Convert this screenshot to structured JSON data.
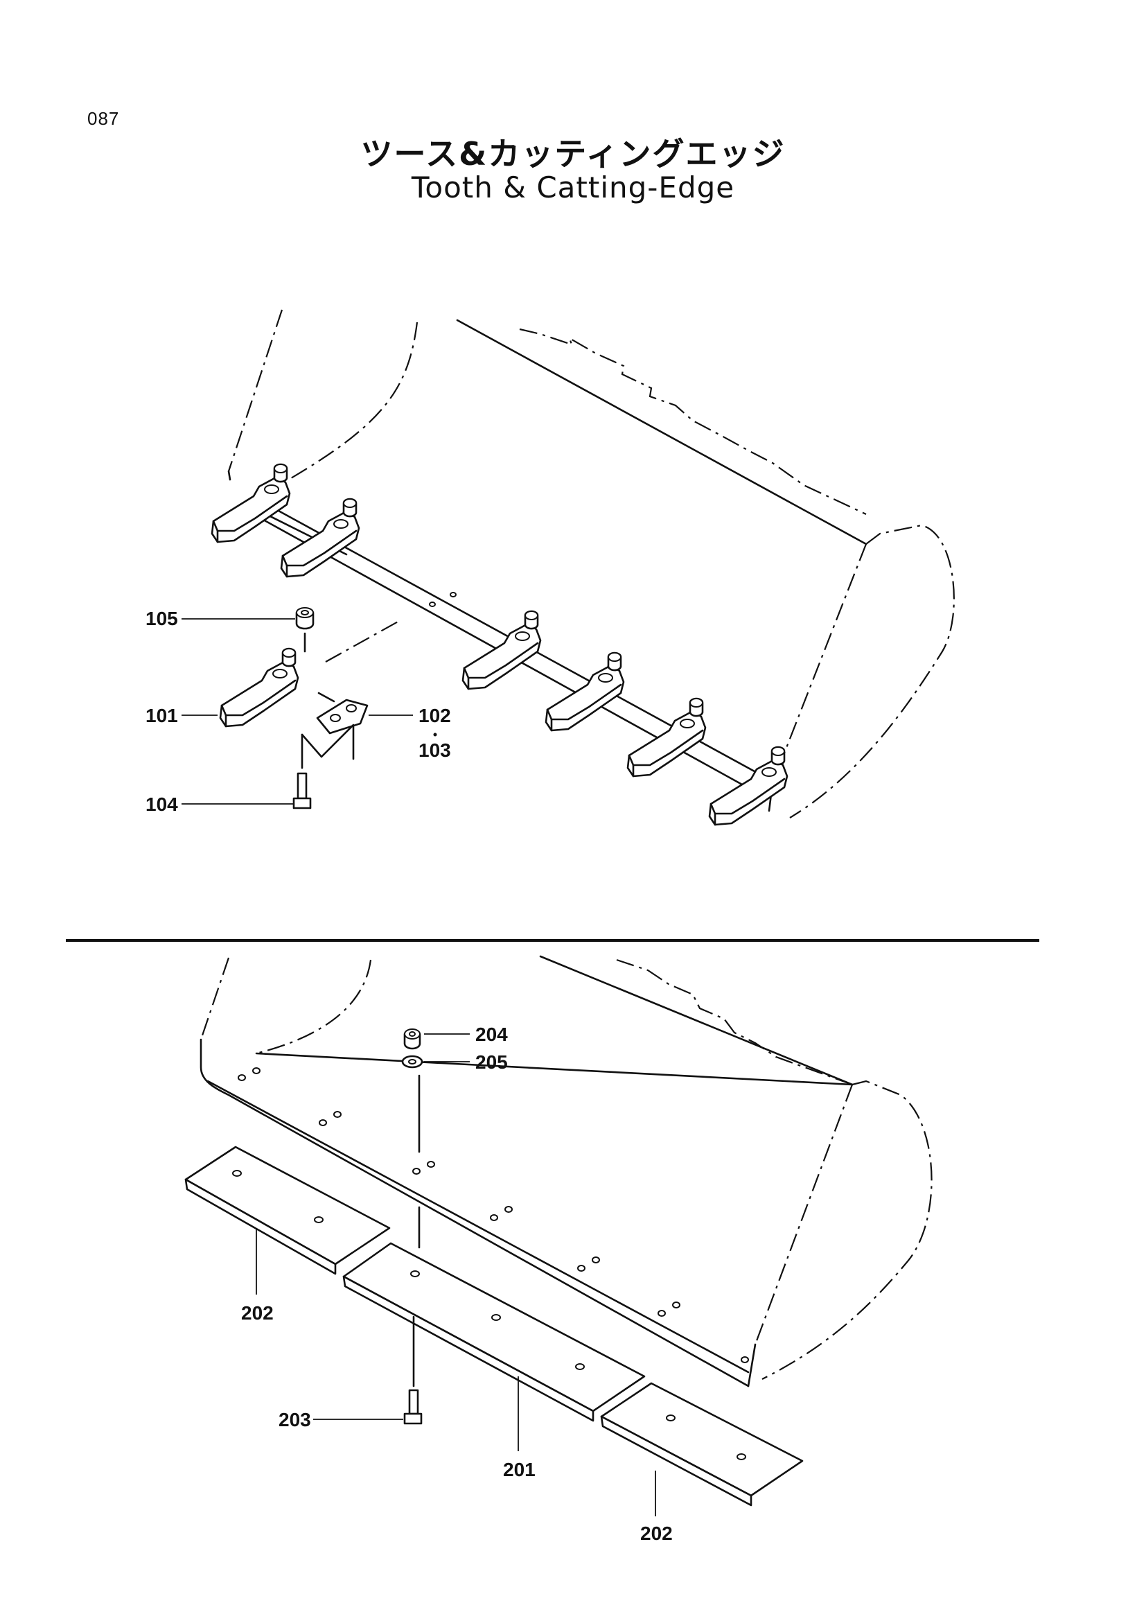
{
  "page": {
    "number": "087",
    "title_jp": "ツース&カッティングエッジ",
    "title_en": "Tooth & Catting-Edge"
  },
  "callouts": {
    "c105": "105",
    "c101": "101",
    "c102": "102",
    "c103": "103",
    "c104": "104",
    "c204": "204",
    "c205": "205",
    "c202a": "202",
    "c203": "203",
    "c201": "201",
    "c202b": "202"
  }
}
